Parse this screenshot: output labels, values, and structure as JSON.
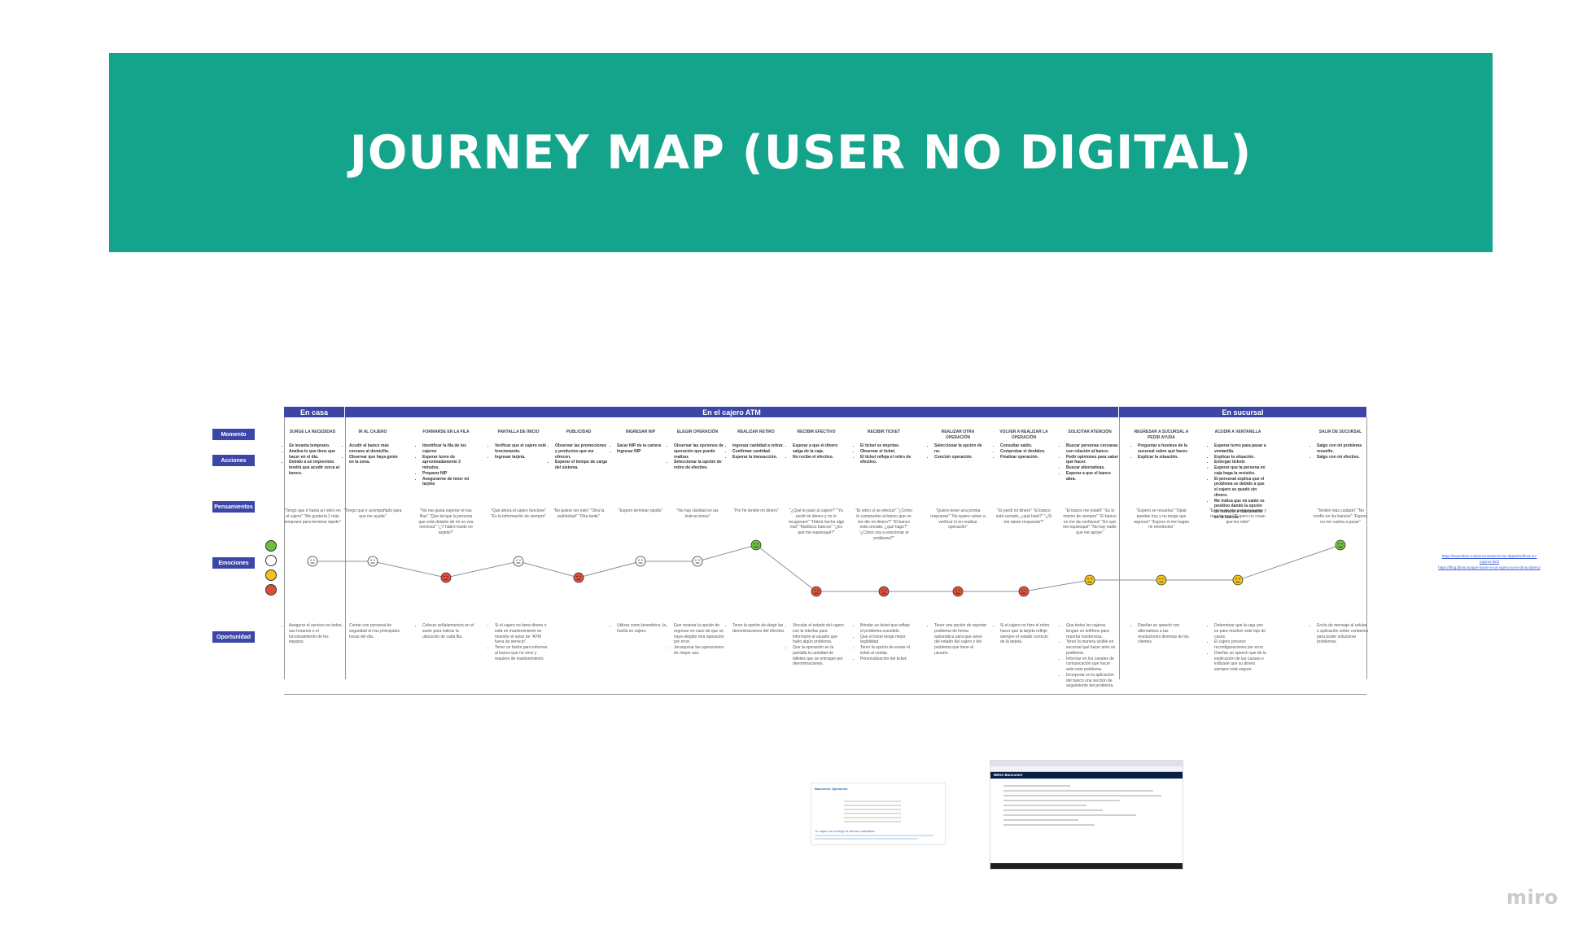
{
  "title": "JOURNEY MAP (USER NO DIGITAL)",
  "phases": [
    "En casa",
    "En el cajero ATM",
    "En sucursal"
  ],
  "row_labels": [
    "Momento",
    "Acciones",
    "Pensamientos",
    "Emociones",
    "Oportunidad"
  ],
  "steps": [
    {
      "moment": "Surge la necesidad",
      "actions": [
        "Se levanta temprano.",
        "Analiza lo que tiene que hacer en el día.",
        "Debido a un imprevisto tendrá que acudir cerca al banco."
      ],
      "thoughts": "\"Tengo que ir hasta un retiro en el cajero\" \"Me gustaría 1 más temprano para terminar rápido\"",
      "emotion": "neutral",
      "opps": [
        "Asegurar el servicio en todos sus horarios o el funcionamiento de los equipos."
      ]
    },
    {
      "moment": "Ir al cajero",
      "actions": [
        "Acudir al banco más cercano al domicilio.",
        "Observar que haya gente en la zona."
      ],
      "thoughts": "\"Tengo que ir acompañado para que me ayude\"",
      "emotion": "neutral",
      "opps": [
        "Contar con personal de seguridad en las principales horas del día."
      ]
    },
    {
      "moment": "Formarse en la fila",
      "actions": [
        "Identificar la fila de los cajeros",
        "Esperar turno de aproximadamente 3 minutos.",
        "Preparar NIP",
        "Asegurarme de tener mi tarjeta"
      ],
      "thoughts": "\"No me gusta esperar en las filas\" \"Que tal que la persona que está delante de mí se vea nerviosa\" \"¿Y habré traído mi tarjeta?\"",
      "emotion": "negative",
      "opps": [
        "Colocar señalamientos en el suelo para indicar la ubicación de cada fila."
      ]
    },
    {
      "moment": "Pantalla de inicio",
      "actions": [
        "Verificar que el cajero esté funcionando.",
        "Ingresar tarjeta."
      ],
      "thoughts": "\"Qué ahora el cajero funcione\" \"Es la información de siempre\"",
      "emotion": "neutral",
      "opps": [
        "Si el cajero no tiene dinero o está en mantenimiento se muestre el aviso de \"ATM fuera de servicio\".",
        "Tener un botón para informar al banco que no sirve y requiere de mantenimiento."
      ]
    },
    {
      "moment": "Publicidad",
      "actions": [
        "Observar las promociones y productos que me ofrecen.",
        "Esperar el tiempo de carga del sistema."
      ],
      "thoughts": "\"No quiero ver esto\" \"Otra la publicidad\" \"Otra tarde\"",
      "emotion": "negative",
      "opps": []
    },
    {
      "moment": "Ingresar NIP",
      "actions": [
        "Sacar NIP de la cartera",
        "Ingresar NIP"
      ],
      "thoughts": "\"Espero terminar rápido\"",
      "emotion": "neutral",
      "opps": [
        "Utilizar como biométrico, la huella en cajero."
      ]
    },
    {
      "moment": "Elegir operación",
      "actions": [
        "Observar las opciones de operación que puedo realizar.",
        "Seleccionar la opción de retiro de efectivo."
      ],
      "thoughts": "\"No hay claridad en las instrucciones\"",
      "emotion": "neutral",
      "opps": [
        "Que mostrar la opción de regresar en caso de que se haya elegido otra operación por error.",
        "Jerarquizar las operaciones de mayor uso."
      ]
    },
    {
      "moment": "Realizar retiro",
      "actions": [
        "Ingresar cantidad a retirar.",
        "Confirmar cantidad.",
        "Esperar la transacción."
      ],
      "thoughts": "\"Por fin tendré mi dinero\"",
      "emotion": "positive",
      "opps": [
        "Tener la opción de elegir las denominaciones del efectivo."
      ]
    },
    {
      "moment": "Recibir efectivo",
      "actions": [
        "Esperar a que el dinero salga de la caja.",
        "No recibe el efectivo."
      ],
      "thoughts": "\"¿Qué le pasó al cajero?\" \"Ya perdí mi dinero y no lo recuperaré\" \"Habrá hecho algo mal\" \"Maldicos bancos\" \"¿En qué me equivoqué?\"",
      "emotion": "very-negative",
      "opps": [
        "Vincular el estado del cajero con la interfaz para informarle al usuario que hubo algún problema.",
        "Que la operación en la pantalla la cantidad de billetes que se entregan por denominaciones."
      ]
    },
    {
      "moment": "Recibir ticket",
      "actions": [
        "El ticket se imprime.",
        "Observar el ticket.",
        "El ticket refleja el retiro de efectivo."
      ],
      "thoughts": "\"El retiro sí se efectuó\" \"¿Cómo le compruebo al banco que no me dio mi dinero?\" \"El banco está cerrado, ¿qué hago?\" \"¿Cómo voy a solucionar el problema?\"",
      "emotion": "very-negative",
      "opps": [
        "Brindar un ticket que refleje el problema sucedido.",
        "Que el ticket tenga mejor legibilidad",
        "Tener la opción de enviar el ticket al celular.",
        "Personalización del ticket."
      ]
    },
    {
      "moment": "Realizar otra operación",
      "actions": [
        "Seleccionar la opción de no.",
        "Concluir operación."
      ],
      "thoughts": "\"Quiero tener una pronta respuesta\" \"No quiero volver a verificar lo en realizar operación\"",
      "emotion": "very-negative",
      "opps": [
        "Tener una opción de reportar problema de forma automática para que avise del estado del cajero y del problema que tiene el usuario."
      ]
    },
    {
      "moment": "Volver a realizar la operación",
      "actions": [
        "Consultar saldo.",
        "Comprobar el desfalco.",
        "Finalizar operación."
      ],
      "thoughts": "\"El perdí mi dinero\" \"El banco está cerrado, ¿qué haré?\" \"¿Si me darán respuesta?\"",
      "emotion": "very-negative",
      "opps": [
        "Si el cajero no hizo el retiro hacer que la tarjeta refleje siempre el estado correcto de la tarjeta."
      ]
    },
    {
      "moment": "Solicitar atención",
      "actions": [
        "Buscar personas cercanas con relación al banco.",
        "Pedir opiniones para saber qué hacer.",
        "Buscar alternativas.",
        "Esperar a que el banco abra."
      ],
      "thoughts": "\"El banco me estafó\" \"Es lo mismo de siempre\" \"El banco no me da confianza\" \"En qué me equivoqué\" \"No hay nadie que me apoye\"",
      "emotion": "worried",
      "opps": [
        "Que todos los cajeros tengan un teléfono para reportar incidencias.",
        "Tener la manera visible en sucursal qué hacer ante un problema.",
        "Informar en los canales de comunicación qué hacer ante este problema.",
        "Incorporar en la aplicación del banco una sección de seguimiento del problema."
      ]
    },
    {
      "moment": "Regresar a sucursal a pedir ayuda",
      "actions": [
        "Preguntar a hostess de la sucursal sobre qué hacer.",
        "Explicar la situación."
      ],
      "thoughts": "\"Espero se resuelva\" \"Ojalá puedan hoy y no tenga que regresar\" \"Espero ni me hagan mi reembolso\"",
      "emotion": "worried",
      "opps": [
        "Diseñar un speech con alternativas a las resoluciones diversas de los clientes."
      ]
    },
    {
      "moment": "Acudir a ventanilla",
      "actions": [
        "Esperar turno para pasar a ventanilla.",
        "Explicar la situación.",
        "Entregar tickets",
        "Esperar que la persona en caja haga la revisión.",
        "El personal explica que el problema se debido a que el cajero se quedó sin dinero.",
        "Me indica que mi saldo es positivo dando la opción de retirarlo o mantenerlo en la cuenta."
      ],
      "thoughts": "\"Espero no me pongan trabas y mas tiempo\" \"Espero no crean que les robé\"",
      "emotion": "worried",
      "opps": [
        "Determinar que la caja uno es para resolver este tipo de casos.",
        "El cajero proceso reconfiguraciones por error.",
        "Diseñar un speech que de la explicación de las causas e indicarle que su dinero siempre está seguro."
      ]
    },
    {
      "moment": "Salir de sucursal",
      "actions": [
        "Salgo con mi problema resuelto.",
        "Salgo con mi efectivo."
      ],
      "thoughts": "\"Tendré más cuidado\" \"No confío en los bancos\" \"Espero no me vuelva a pasar\"",
      "emotion": "positive",
      "opps": [
        "Envío de mensaje al celular o aplicación sobre contactos para poder solucionar problemas."
      ]
    }
  ],
  "links": [
    "https://www.bbva.mx/personas/servicios-digitales/bbva-en-cajeros.html",
    "https://blog.bbva.mx/que-hacer-si-un-cajero-no-te-da-tu-dinero/"
  ],
  "thumb1_lines": [
    "Bancomer Operación",
    "Tu cajero no entregó el efectivo solicitado"
  ],
  "thumb2_nav": "BBVA Bancomer",
  "brand_watermark": "miro",
  "colors": {
    "banner": "#14a38b",
    "phase_bar": "#3b46a7",
    "positive": "#6dbf3f",
    "neutral": "#ffffff",
    "worried": "#f2c31a",
    "negative": "#e04e3a"
  }
}
